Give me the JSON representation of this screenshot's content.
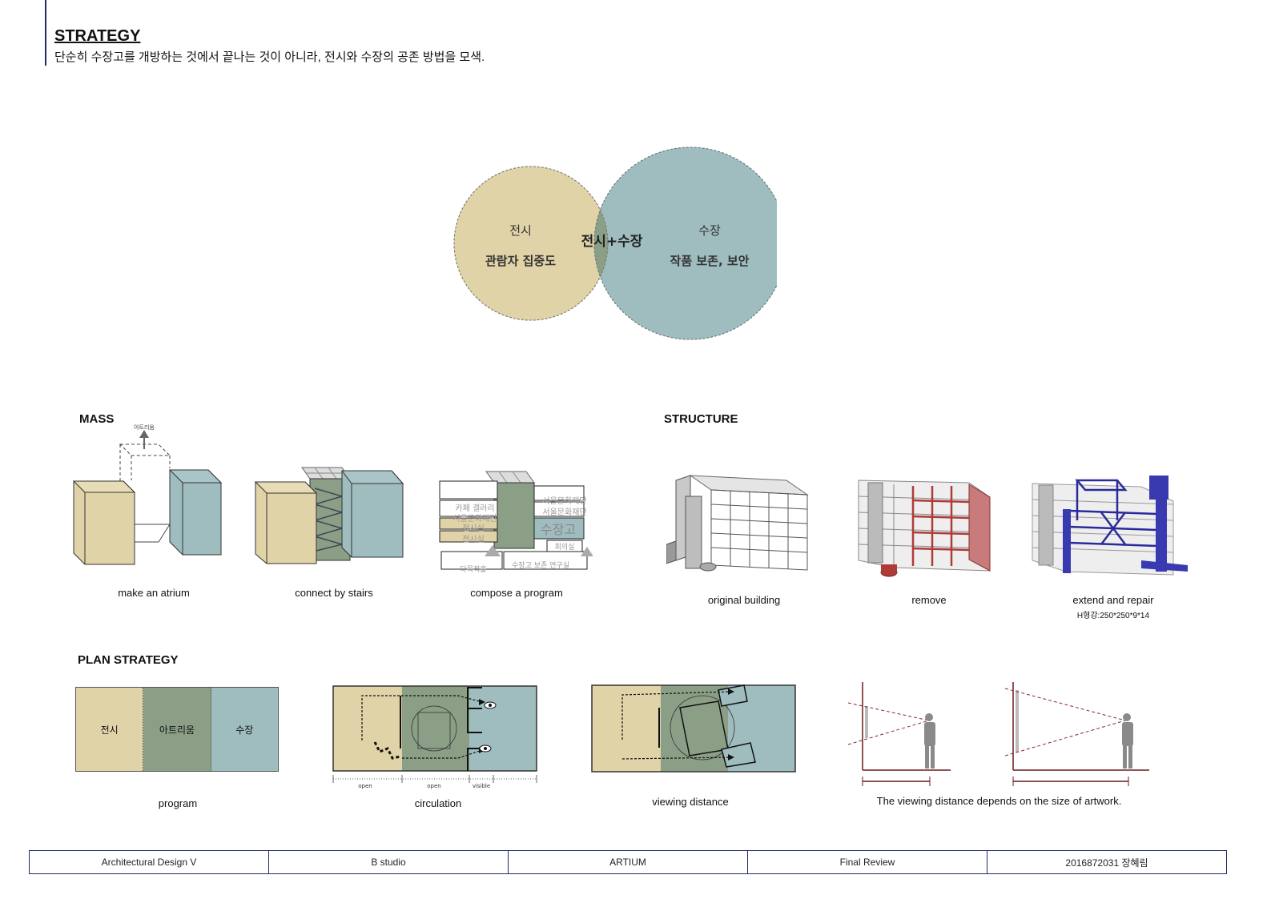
{
  "header": {
    "title": "STRATEGY",
    "subtitle": "단순히 수장고를 개방하는 것에서 끝나는 것이 아니라, 전시와 수장의 공존 방법을 모색."
  },
  "venn": {
    "left_title": "전시",
    "left_sub": "관람자 집중도",
    "center": "전시+수장",
    "right_title": "수장",
    "right_sub": "작품 보존, 보안",
    "colors": {
      "left": "#e1d3a8",
      "right": "#9fbcbf",
      "overlap": "#8b9f86"
    }
  },
  "mass": {
    "title": "MASS",
    "atrium_label": "아트리움",
    "captions": [
      "make an atrium",
      "connect by stairs",
      "compose a program"
    ],
    "program_labels": [
      "카페 갤러리",
      "서울문화재단",
      "서울문화재단",
      "서울문화재단",
      "전시실",
      "전시실",
      "수장고",
      "회의실",
      "다목적홀",
      "수장고 보존 연구실"
    ]
  },
  "structure": {
    "title": "STRUCTURE",
    "captions": [
      "original building",
      "remove",
      "extend and repair"
    ],
    "note": "H형강:250*250*9*14"
  },
  "plan": {
    "title": "PLAN STRATEGY",
    "program_cells": [
      "전시",
      "아트리움",
      "수장"
    ],
    "captions": [
      "program",
      "circulation",
      "viewing distance"
    ],
    "scale_labels": [
      "open",
      "open",
      "visible"
    ],
    "viewing_note": "The viewing distance depends on the size of artwork."
  },
  "footer": [
    "Architectural  Design  V",
    "B studio",
    "ARTIUM",
    "Final  Review",
    "2016872031  장혜림"
  ]
}
